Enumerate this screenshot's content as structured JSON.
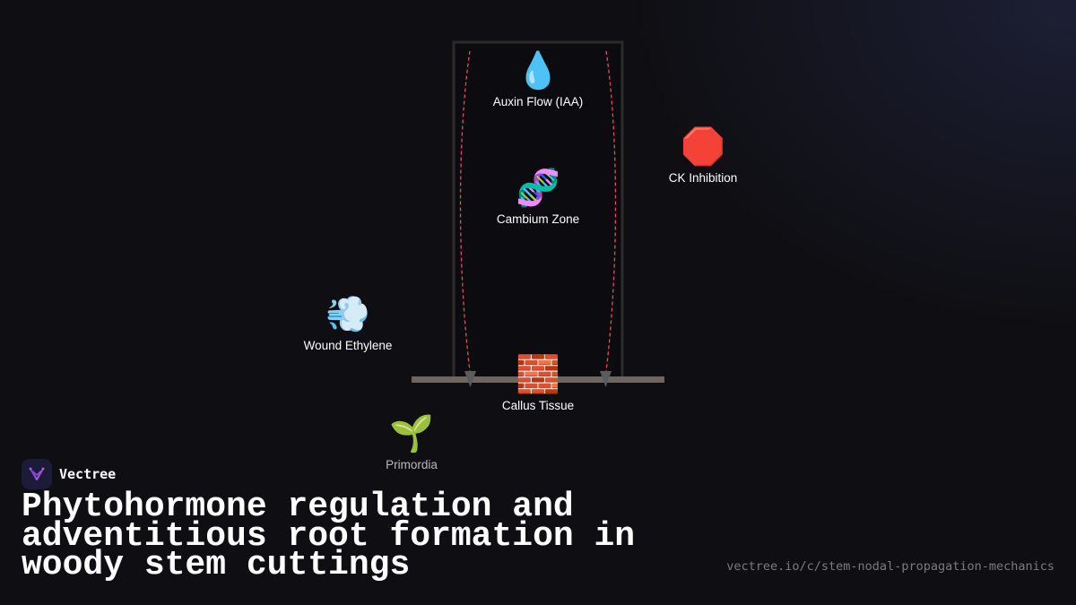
{
  "diagram": {
    "nodes": {
      "auxin": {
        "icon": "💧",
        "icon_name": "droplet-icon",
        "label": "Auxin Flow (IAA)"
      },
      "cambium": {
        "icon": "🧬",
        "icon_name": "dna-icon",
        "label": "Cambium Zone"
      },
      "ck": {
        "icon": "🛑",
        "icon_name": "stop-sign-icon",
        "label": "CK Inhibition"
      },
      "ethylene": {
        "icon": "💨",
        "icon_name": "wind-icon",
        "label": "Wound Ethylene"
      },
      "callus": {
        "icon": "🧱",
        "icon_name": "brick-icon",
        "label": "Callus Tissue"
      },
      "primordia": {
        "icon": "🌱",
        "icon_name": "seedling-icon",
        "label": "Primordia"
      }
    },
    "colors": {
      "stem_border": "#2e2a27",
      "base_line": "#6e655e",
      "flow_arrow": "#e05252",
      "arrow_head": "#5a5a60"
    }
  },
  "brand": {
    "name": "Vectree",
    "logo_colors": [
      "#6a3df0",
      "#c85adf"
    ]
  },
  "footer": {
    "title": "Phytohormone regulation and adventitious root formation in woody stem cuttings",
    "url": "vectree.io/c/stem-nodal-propagation-mechanics"
  }
}
